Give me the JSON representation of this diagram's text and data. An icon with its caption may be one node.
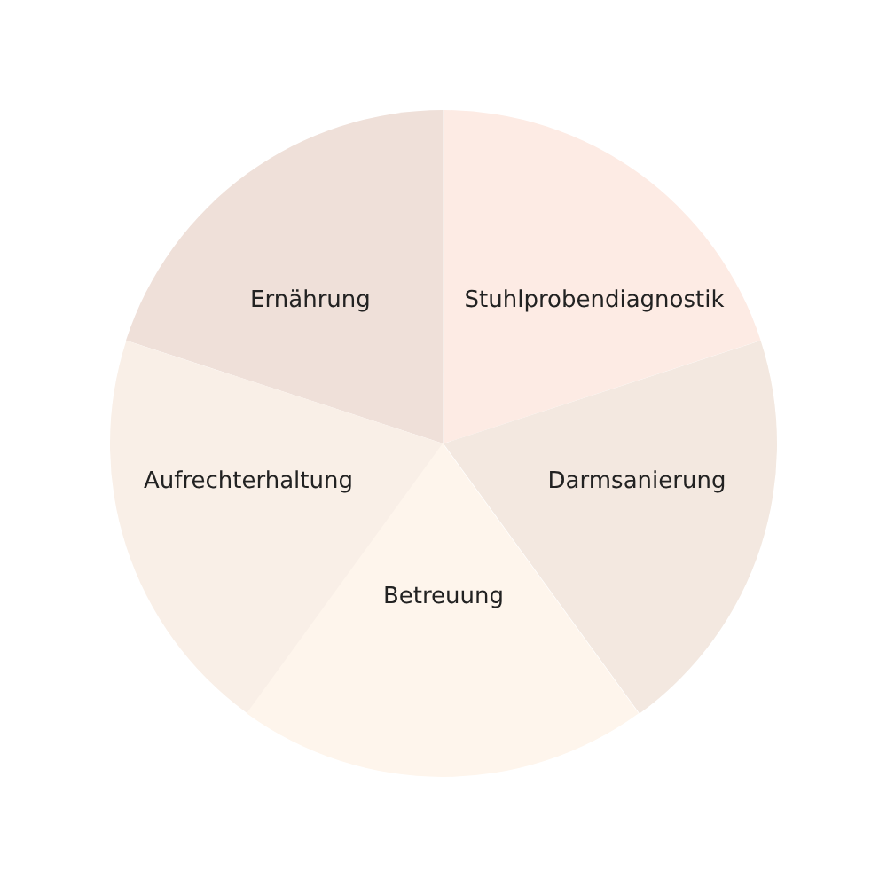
{
  "diagram": {
    "nodes": [
      {
        "text": [
          "Ernährung"
        ]
      },
      {
        "text": [
          "Stuhlprobendiagnostik"
        ]
      },
      {
        "text": [
          "Aufrechterhaltung"
        ]
      },
      {
        "text": [
          "Darmsanierung"
        ]
      },
      {
        "text": [
          "Betreuung"
        ]
      }
    ]
  }
}
